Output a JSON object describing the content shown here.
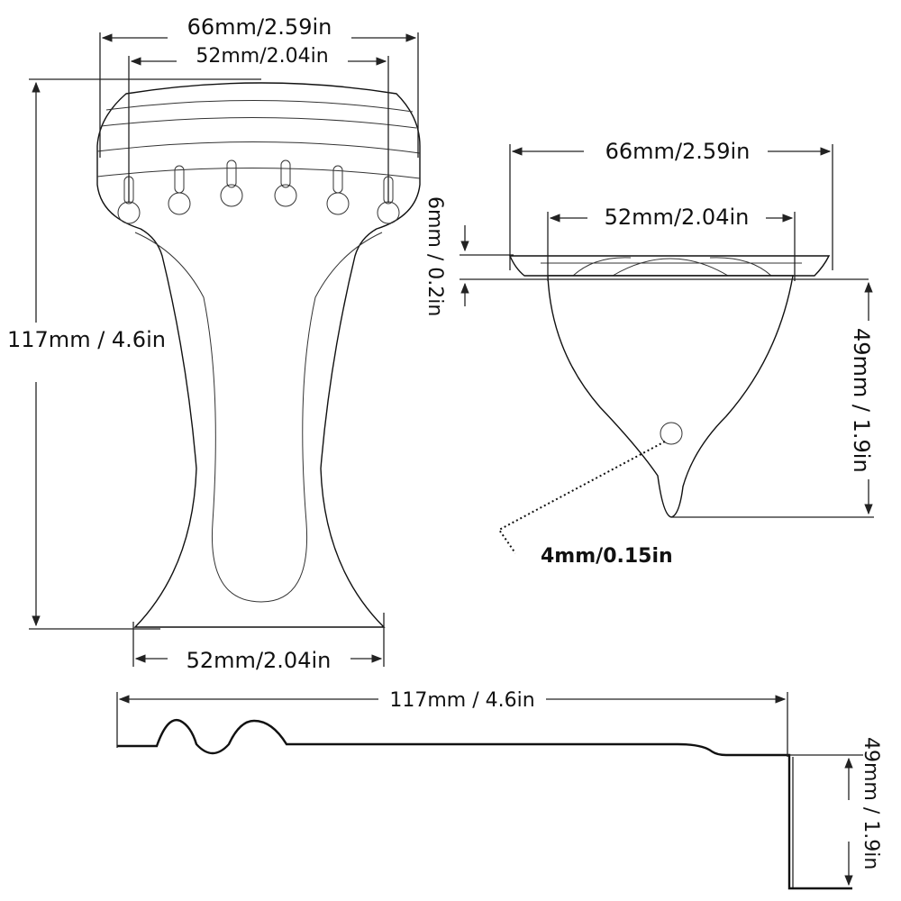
{
  "front_view": {
    "width_outer": "66mm/2.59in",
    "width_inner": "52mm/2.04in",
    "length": "117mm / 4.6in",
    "bottom_width": "52mm/2.04in"
  },
  "end_view": {
    "width_outer": "66mm/2.59in",
    "width_inner": "52mm/2.04in",
    "thickness": "6mm / 0.2in",
    "height": "49mm / 1.9in",
    "hole": "4mm/0.15in"
  },
  "side_view": {
    "length": "117mm / 4.6in",
    "height": "49mm / 1.9in"
  }
}
